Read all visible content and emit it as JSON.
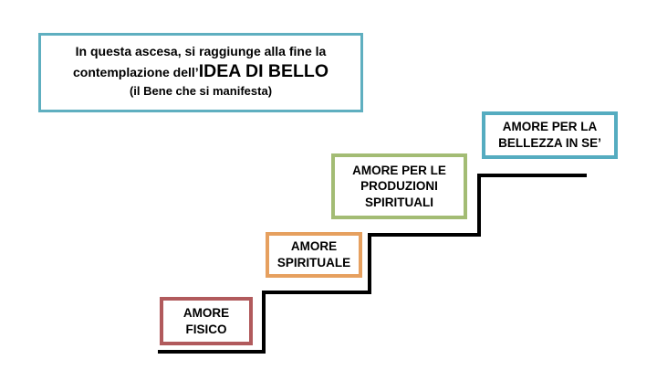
{
  "slide": {
    "background": "#FFFFFF",
    "stair_color": "#000000"
  },
  "title_box": {
    "line1": "In questa ascesa, si raggiunge alla fine la",
    "line2_prefix": "contemplazione dell’",
    "line2_emphasis": "IDEA DI BELLO",
    "line3": "(il Bene che si manifesta)",
    "border_color": "#5FAFC0"
  },
  "steps": [
    {
      "label": "AMORE FISICO",
      "border_color": "#B15A5C"
    },
    {
      "label": "AMORE SPIRITUALE",
      "border_color": "#E6A05F"
    },
    {
      "label": "AMORE PER LE PRODUZIONI SPIRITUALI",
      "border_color": "#A3BC74"
    },
    {
      "label": "AMORE PER LA BELLEZZA IN SE’",
      "border_color": "#55ACC0"
    }
  ]
}
